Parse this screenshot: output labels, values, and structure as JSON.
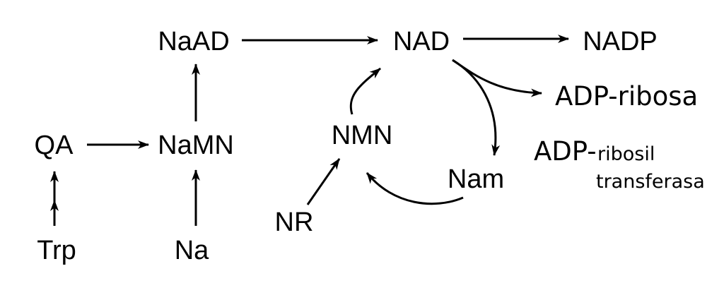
{
  "page": {
    "background_color": "#ffffff",
    "ink_color": "#000000"
  },
  "diagram": {
    "nodes": {
      "trp": "Trp",
      "qa": "QA",
      "na": "Na",
      "namn": "NaMN",
      "naad": "NaAD",
      "nad": "NAD",
      "nadp": "NADP",
      "nr": "NR",
      "nmn": "NMN",
      "nam": "Nam",
      "adp_ribosa": "ADP-ribosa"
    },
    "enzyme": {
      "prefix": "ADP-",
      "line1": "ribosil",
      "line2": "transferasa"
    },
    "edges": [
      {
        "from": "Trp",
        "to": "QA",
        "style": "straight-double-arrowhead"
      },
      {
        "from": "QA",
        "to": "NaMN",
        "style": "straight"
      },
      {
        "from": "Na",
        "to": "NaMN",
        "style": "straight"
      },
      {
        "from": "NaMN",
        "to": "NaAD",
        "style": "straight"
      },
      {
        "from": "NaAD",
        "to": "NAD",
        "style": "straight"
      },
      {
        "from": "NAD",
        "to": "NADP",
        "style": "straight"
      },
      {
        "from": "NR",
        "to": "NMN",
        "style": "straight"
      },
      {
        "from": "NMN",
        "to": "NAD",
        "style": "curved"
      },
      {
        "from": "NAD",
        "to": "Nam",
        "style": "curved"
      },
      {
        "from": "NAD",
        "to": "ADP-ribosa",
        "style": "curved"
      },
      {
        "from": "Nam",
        "to": "NMN",
        "style": "curved"
      }
    ]
  }
}
